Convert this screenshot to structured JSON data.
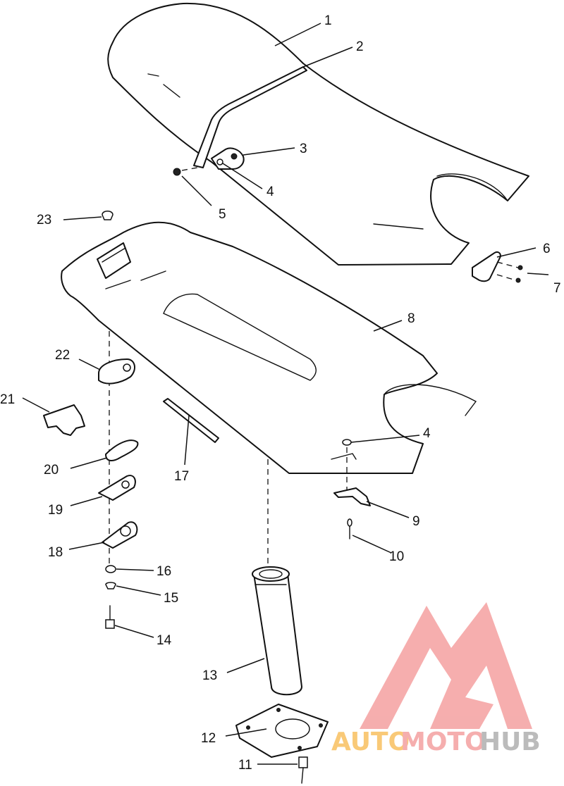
{
  "callouts": [
    {
      "id": "1",
      "text": "1"
    },
    {
      "id": "2",
      "text": "2"
    },
    {
      "id": "3",
      "text": "3"
    },
    {
      "id": "4a",
      "text": "4"
    },
    {
      "id": "5",
      "text": "5"
    },
    {
      "id": "6",
      "text": "6"
    },
    {
      "id": "7",
      "text": "7"
    },
    {
      "id": "8",
      "text": "8"
    },
    {
      "id": "4b",
      "text": "4"
    },
    {
      "id": "9",
      "text": "9"
    },
    {
      "id": "10",
      "text": "10"
    },
    {
      "id": "11",
      "text": "11"
    },
    {
      "id": "12",
      "text": "12"
    },
    {
      "id": "13",
      "text": "13"
    },
    {
      "id": "14",
      "text": "14"
    },
    {
      "id": "15",
      "text": "15"
    },
    {
      "id": "16",
      "text": "16"
    },
    {
      "id": "17",
      "text": "17"
    },
    {
      "id": "18",
      "text": "18"
    },
    {
      "id": "19",
      "text": "19"
    },
    {
      "id": "20",
      "text": "20"
    },
    {
      "id": "21",
      "text": "21"
    },
    {
      "id": "22",
      "text": "22"
    },
    {
      "id": "23",
      "text": "23"
    }
  ],
  "watermark": {
    "text_part1": "AUTO",
    "text_part2": "MOTO",
    "text_part3": "HUB",
    "color_primary": "#f4a0a0",
    "color_secondary": "#f8c060",
    "color_tertiary": "#b0b0b0"
  }
}
